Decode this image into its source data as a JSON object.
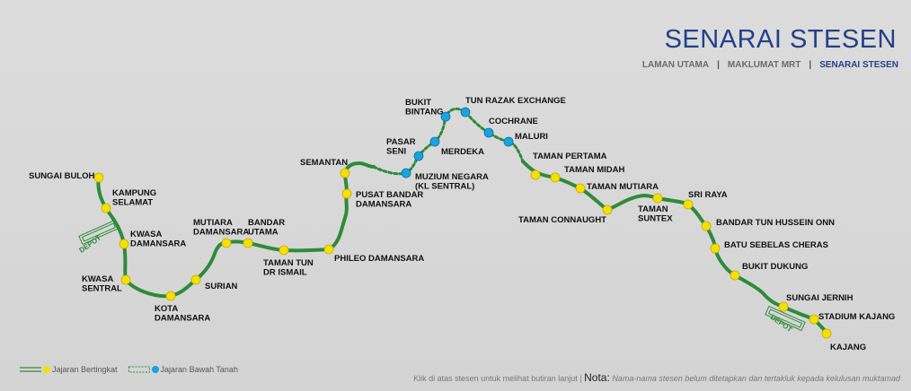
{
  "header": {
    "title": "SENARAI STESEN",
    "breadcrumb": [
      {
        "label": "LAMAN UTAMA",
        "active": false
      },
      {
        "label": "MAKLUMAT MRT",
        "active": false
      },
      {
        "label": "SENARAI STESEN",
        "active": true
      }
    ],
    "separator": "|"
  },
  "colors": {
    "line_green": "#2e8b3a",
    "elevated_station": "#f5e100",
    "underground_station": "#1aa3e0",
    "title_blue": "#22418a"
  },
  "stations": [
    {
      "name": "SUNGAI BULOH",
      "type": "elevated"
    },
    {
      "name": "KAMPUNG SELAMAT",
      "type": "elevated"
    },
    {
      "name": "KWASA DAMANSARA",
      "type": "elevated"
    },
    {
      "name": "KWASA SENTRAL",
      "type": "elevated"
    },
    {
      "name": "KOTA DAMANSARA",
      "type": "elevated"
    },
    {
      "name": "SURIAN",
      "type": "elevated"
    },
    {
      "name": "MUTIARA DAMANSARA",
      "type": "elevated"
    },
    {
      "name": "BANDAR UTAMA",
      "type": "elevated"
    },
    {
      "name": "TAMAN TUN DR ISMAIL",
      "type": "elevated"
    },
    {
      "name": "PHILEO DAMANSARA",
      "type": "elevated"
    },
    {
      "name": "PUSAT BANDAR DAMANSARA",
      "type": "elevated"
    },
    {
      "name": "SEMANTAN",
      "type": "elevated"
    },
    {
      "name": "MUZIUM NEGARA (KL SENTRAL)",
      "type": "underground"
    },
    {
      "name": "PASAR SENI",
      "type": "underground"
    },
    {
      "name": "MERDEKA",
      "type": "underground"
    },
    {
      "name": "BUKIT BINTANG",
      "type": "underground"
    },
    {
      "name": "TUN RAZAK EXCHANGE",
      "type": "underground"
    },
    {
      "name": "COCHRANE",
      "type": "underground"
    },
    {
      "name": "MALURI",
      "type": "underground"
    },
    {
      "name": "TAMAN PERTAMA",
      "type": "elevated"
    },
    {
      "name": "TAMAN MIDAH",
      "type": "elevated"
    },
    {
      "name": "TAMAN MUTIARA",
      "type": "elevated"
    },
    {
      "name": "TAMAN CONNAUGHT",
      "type": "elevated"
    },
    {
      "name": "TAMAN SUNTEX",
      "type": "elevated"
    },
    {
      "name": "SRI RAYA",
      "type": "elevated"
    },
    {
      "name": "BANDAR TUN HUSSEIN ONN",
      "type": "elevated"
    },
    {
      "name": "BATU SEBELAS CHERAS",
      "type": "elevated"
    },
    {
      "name": "BUKIT DUKUNG",
      "type": "elevated"
    },
    {
      "name": "SUNGAI JERNIH",
      "type": "elevated"
    },
    {
      "name": "STADIUM KAJANG",
      "type": "elevated"
    },
    {
      "name": "KAJANG",
      "type": "elevated"
    }
  ],
  "depots": [
    "DEPOT",
    "DEPOT"
  ],
  "legend": [
    {
      "label": "Jajaran Bertingkat",
      "type": "elevated"
    },
    {
      "label": "Jajaran Bawah Tanah",
      "type": "underground"
    }
  ],
  "footnote": {
    "hint": "Klik di atas stesen untuk melihat butiran lanjut",
    "separator": "|",
    "nota_label": "Nota:",
    "nota_text": "Nama-nama stesen belum ditetapkan dan tertakluk kepada kelulusan muktamad"
  }
}
